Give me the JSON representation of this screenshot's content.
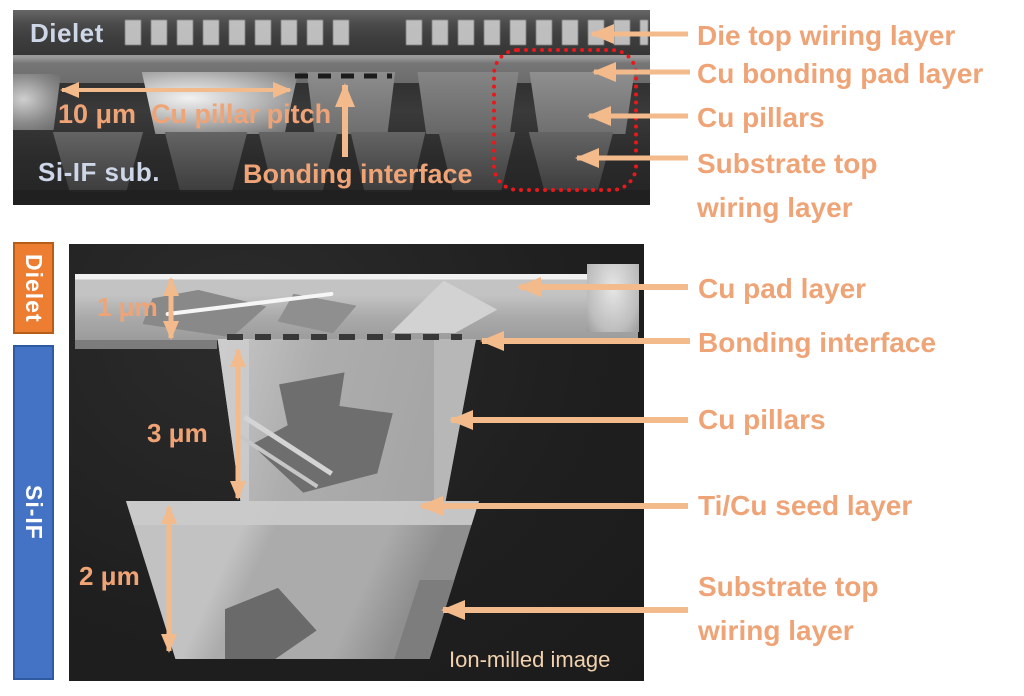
{
  "colors": {
    "annotation_orange": "#EFA477",
    "arrow_orange": "#F3BA8C",
    "dimension_orange": "#F0A475",
    "dielet_box_orange": "#ED7D31",
    "si_if_box_blue": "#4472C4",
    "highlight_red": "#E8191C",
    "sem_text_white": "#CDD7E7",
    "caption_cream": "#F2D1AE"
  },
  "top_panel": {
    "dielet_label": "Dielet",
    "substrate_label": "Si-IF sub.",
    "pitch_label": "10 μm  Cu pillar pitch",
    "bonding_interface_label": "Bonding interface",
    "annotations": [
      "Die top wiring layer",
      "Cu bonding pad layer",
      "Cu pillars",
      "Substrate top wiring layer"
    ]
  },
  "bottom_panel": {
    "dielet_side_label": "Dielet",
    "si_if_side_label": "Si-IF",
    "pad_thickness": "1 μm",
    "pillar_height": "3 μm",
    "substrate_thickness": "2 μm",
    "caption": "Ion-milled image",
    "annotations": [
      "Cu pad layer",
      "Bonding interface",
      "Cu pillars",
      "Ti/Cu seed layer",
      "Substrate top wiring layer"
    ]
  }
}
